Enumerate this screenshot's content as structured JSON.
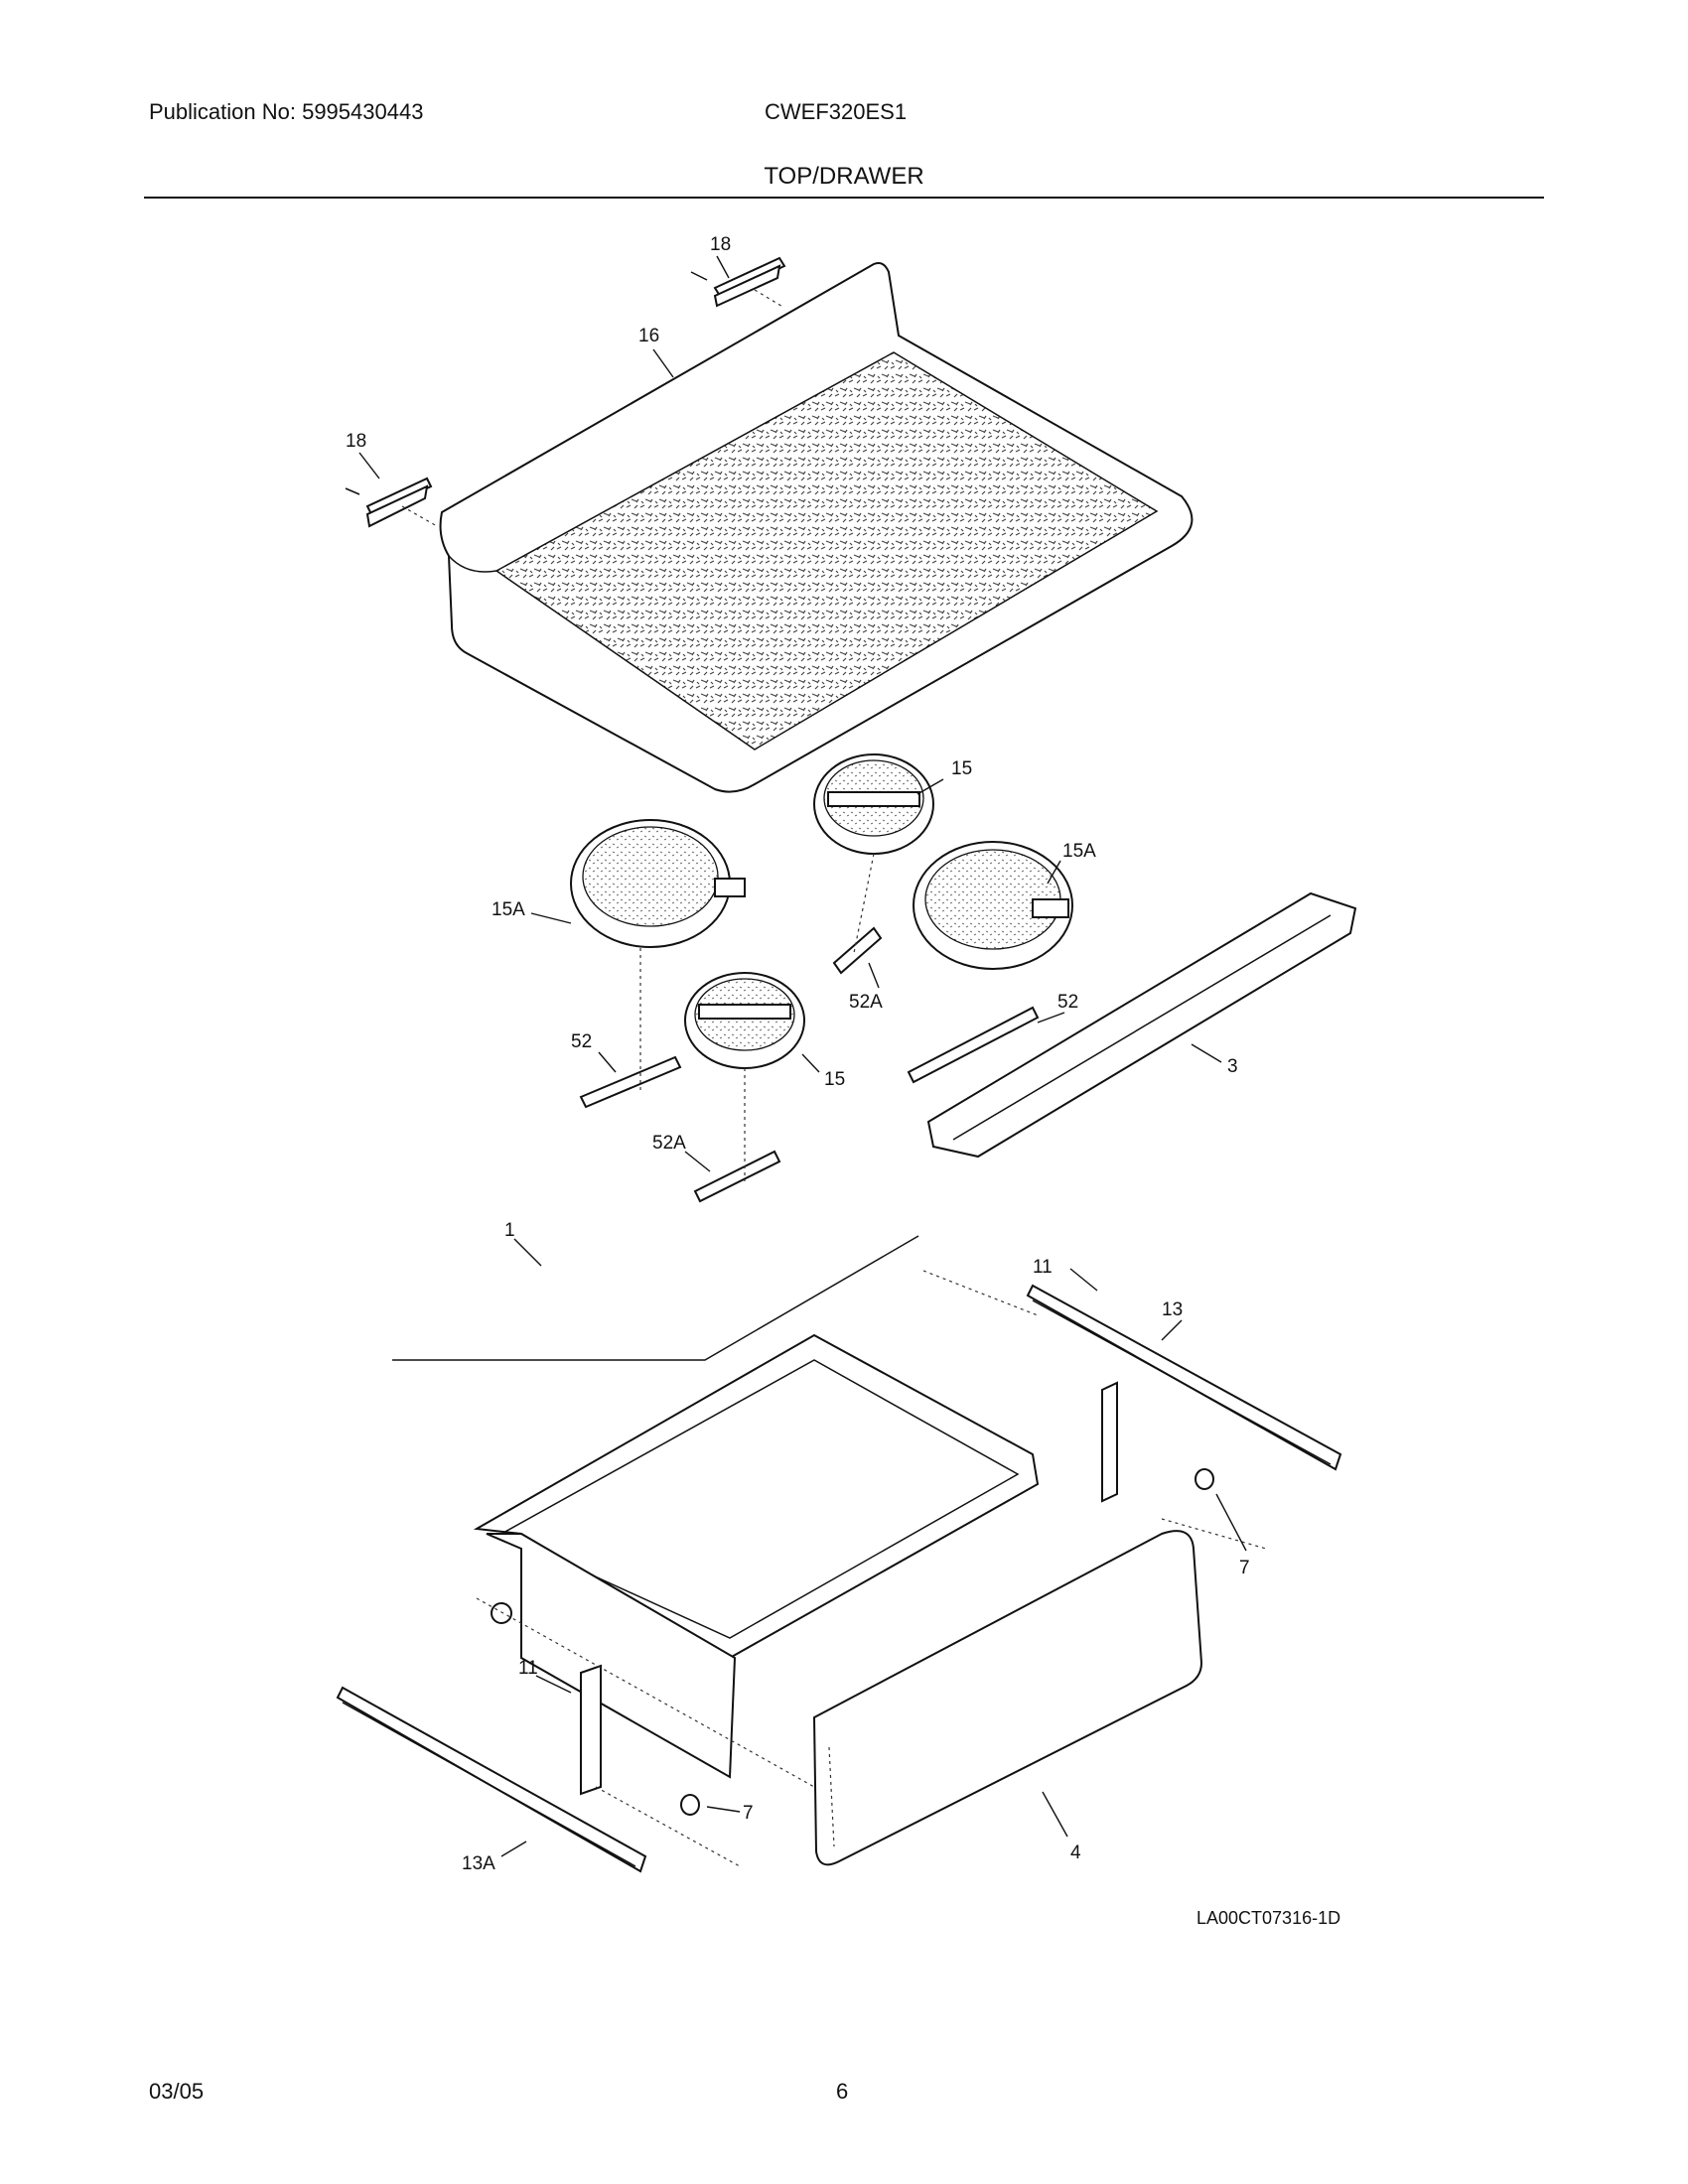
{
  "header": {
    "publication": "Publication No: 5995430443",
    "model": "CWEF320ES1",
    "section_title": "TOP/DRAWER"
  },
  "diagram": {
    "callouts": {
      "c18a": "18",
      "c16": "16",
      "c18b": "18",
      "c15a": "15",
      "c15Aa": "15A",
      "c15Ab": "15A",
      "c52Aa": "52A",
      "c52a": "52",
      "c52b": "52",
      "c15b": "15",
      "c3": "3",
      "c52Ab": "52A",
      "c13": "13",
      "c11a": "11",
      "c1": "1",
      "c7a": "7",
      "c11b": "11",
      "c7b": "7",
      "c4": "4",
      "c13A": "13A"
    },
    "drawing_number": "LA00CT07316-1D"
  },
  "footer": {
    "date": "03/05",
    "page": "6"
  }
}
